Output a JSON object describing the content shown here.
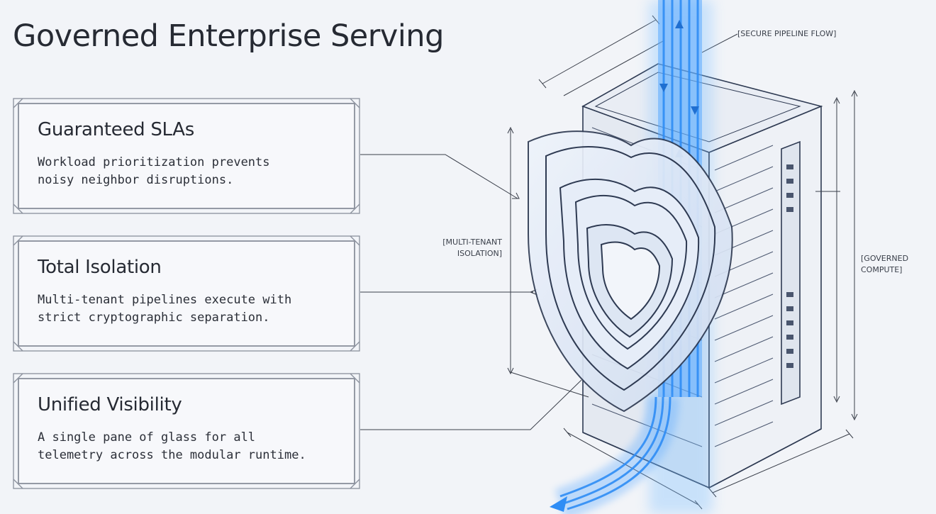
{
  "title": "Governed Enterprise Serving",
  "features": [
    {
      "title": "Guaranteed SLAs",
      "description_line1": "Workload prioritization prevents",
      "description_line2": "noisy neighbor disruptions."
    },
    {
      "title": "Total Isolation",
      "description_line1": "Multi-tenant pipelines execute with",
      "description_line2": "strict cryptographic separation."
    },
    {
      "title": "Unified Visibility",
      "description_line1": "A single pane of glass for all",
      "description_line2": "telemetry across the modular runtime."
    }
  ],
  "diagram_labels": {
    "pipeline_line1": "[SECURE PIPELINE FLOW]",
    "isolation_line1": "[MULTI-TENANT",
    "isolation_line2": "ISOLATION]",
    "compute_line1": "[GOVERNED",
    "compute_line2": "COMPUTE]"
  },
  "colors": {
    "background": "#f2f4f8",
    "ink": "#262a33",
    "frame": "#8a909c",
    "flow_blue": "#2f8df5",
    "flow_glow": "#7cc0ff",
    "shield_stroke": "#2e3a52"
  }
}
